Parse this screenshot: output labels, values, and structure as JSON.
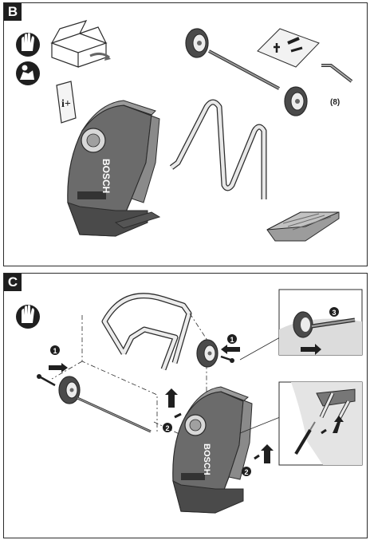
{
  "panel_b": {
    "letter": "B",
    "parts_note": "(8)",
    "brand": "BOSCH",
    "manual_icon_text": "i+"
  },
  "panel_c": {
    "letter": "C",
    "brand": "BOSCH",
    "callouts": [
      "1",
      "1",
      "2",
      "2",
      "3"
    ]
  },
  "colors": {
    "line": "#2b2b2b",
    "housing_dark": "#555555",
    "housing_mid": "#8c8c8c",
    "housing_light": "#c9c9c9",
    "background": "#ffffff"
  }
}
